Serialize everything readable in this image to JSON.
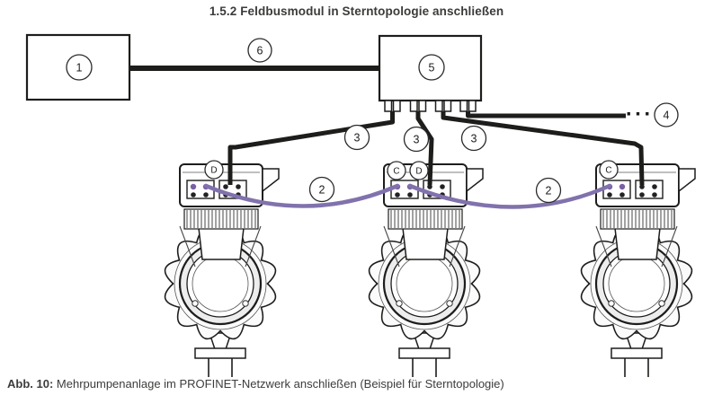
{
  "page": {
    "title": "1.5.2 Feldbusmodul in Sterntopologie anschließen",
    "caption": {
      "label": "Abb. 10:",
      "text": " Mehrpumpenanlage im PROFINET-Netzwerk anschließen (Beispiel für Sterntopologie)"
    }
  },
  "figure": {
    "callouts": {
      "n1": "1",
      "n2": "2",
      "n3": "3",
      "n4": "4",
      "n5": "5",
      "n6": "6",
      "port_c": "C",
      "port_d": "D"
    },
    "continuation_dots": "···",
    "colors": {
      "outline": "#1d1d1b",
      "pump_cable_purple": "#8172ad",
      "text": "#3c3c3b"
    }
  }
}
